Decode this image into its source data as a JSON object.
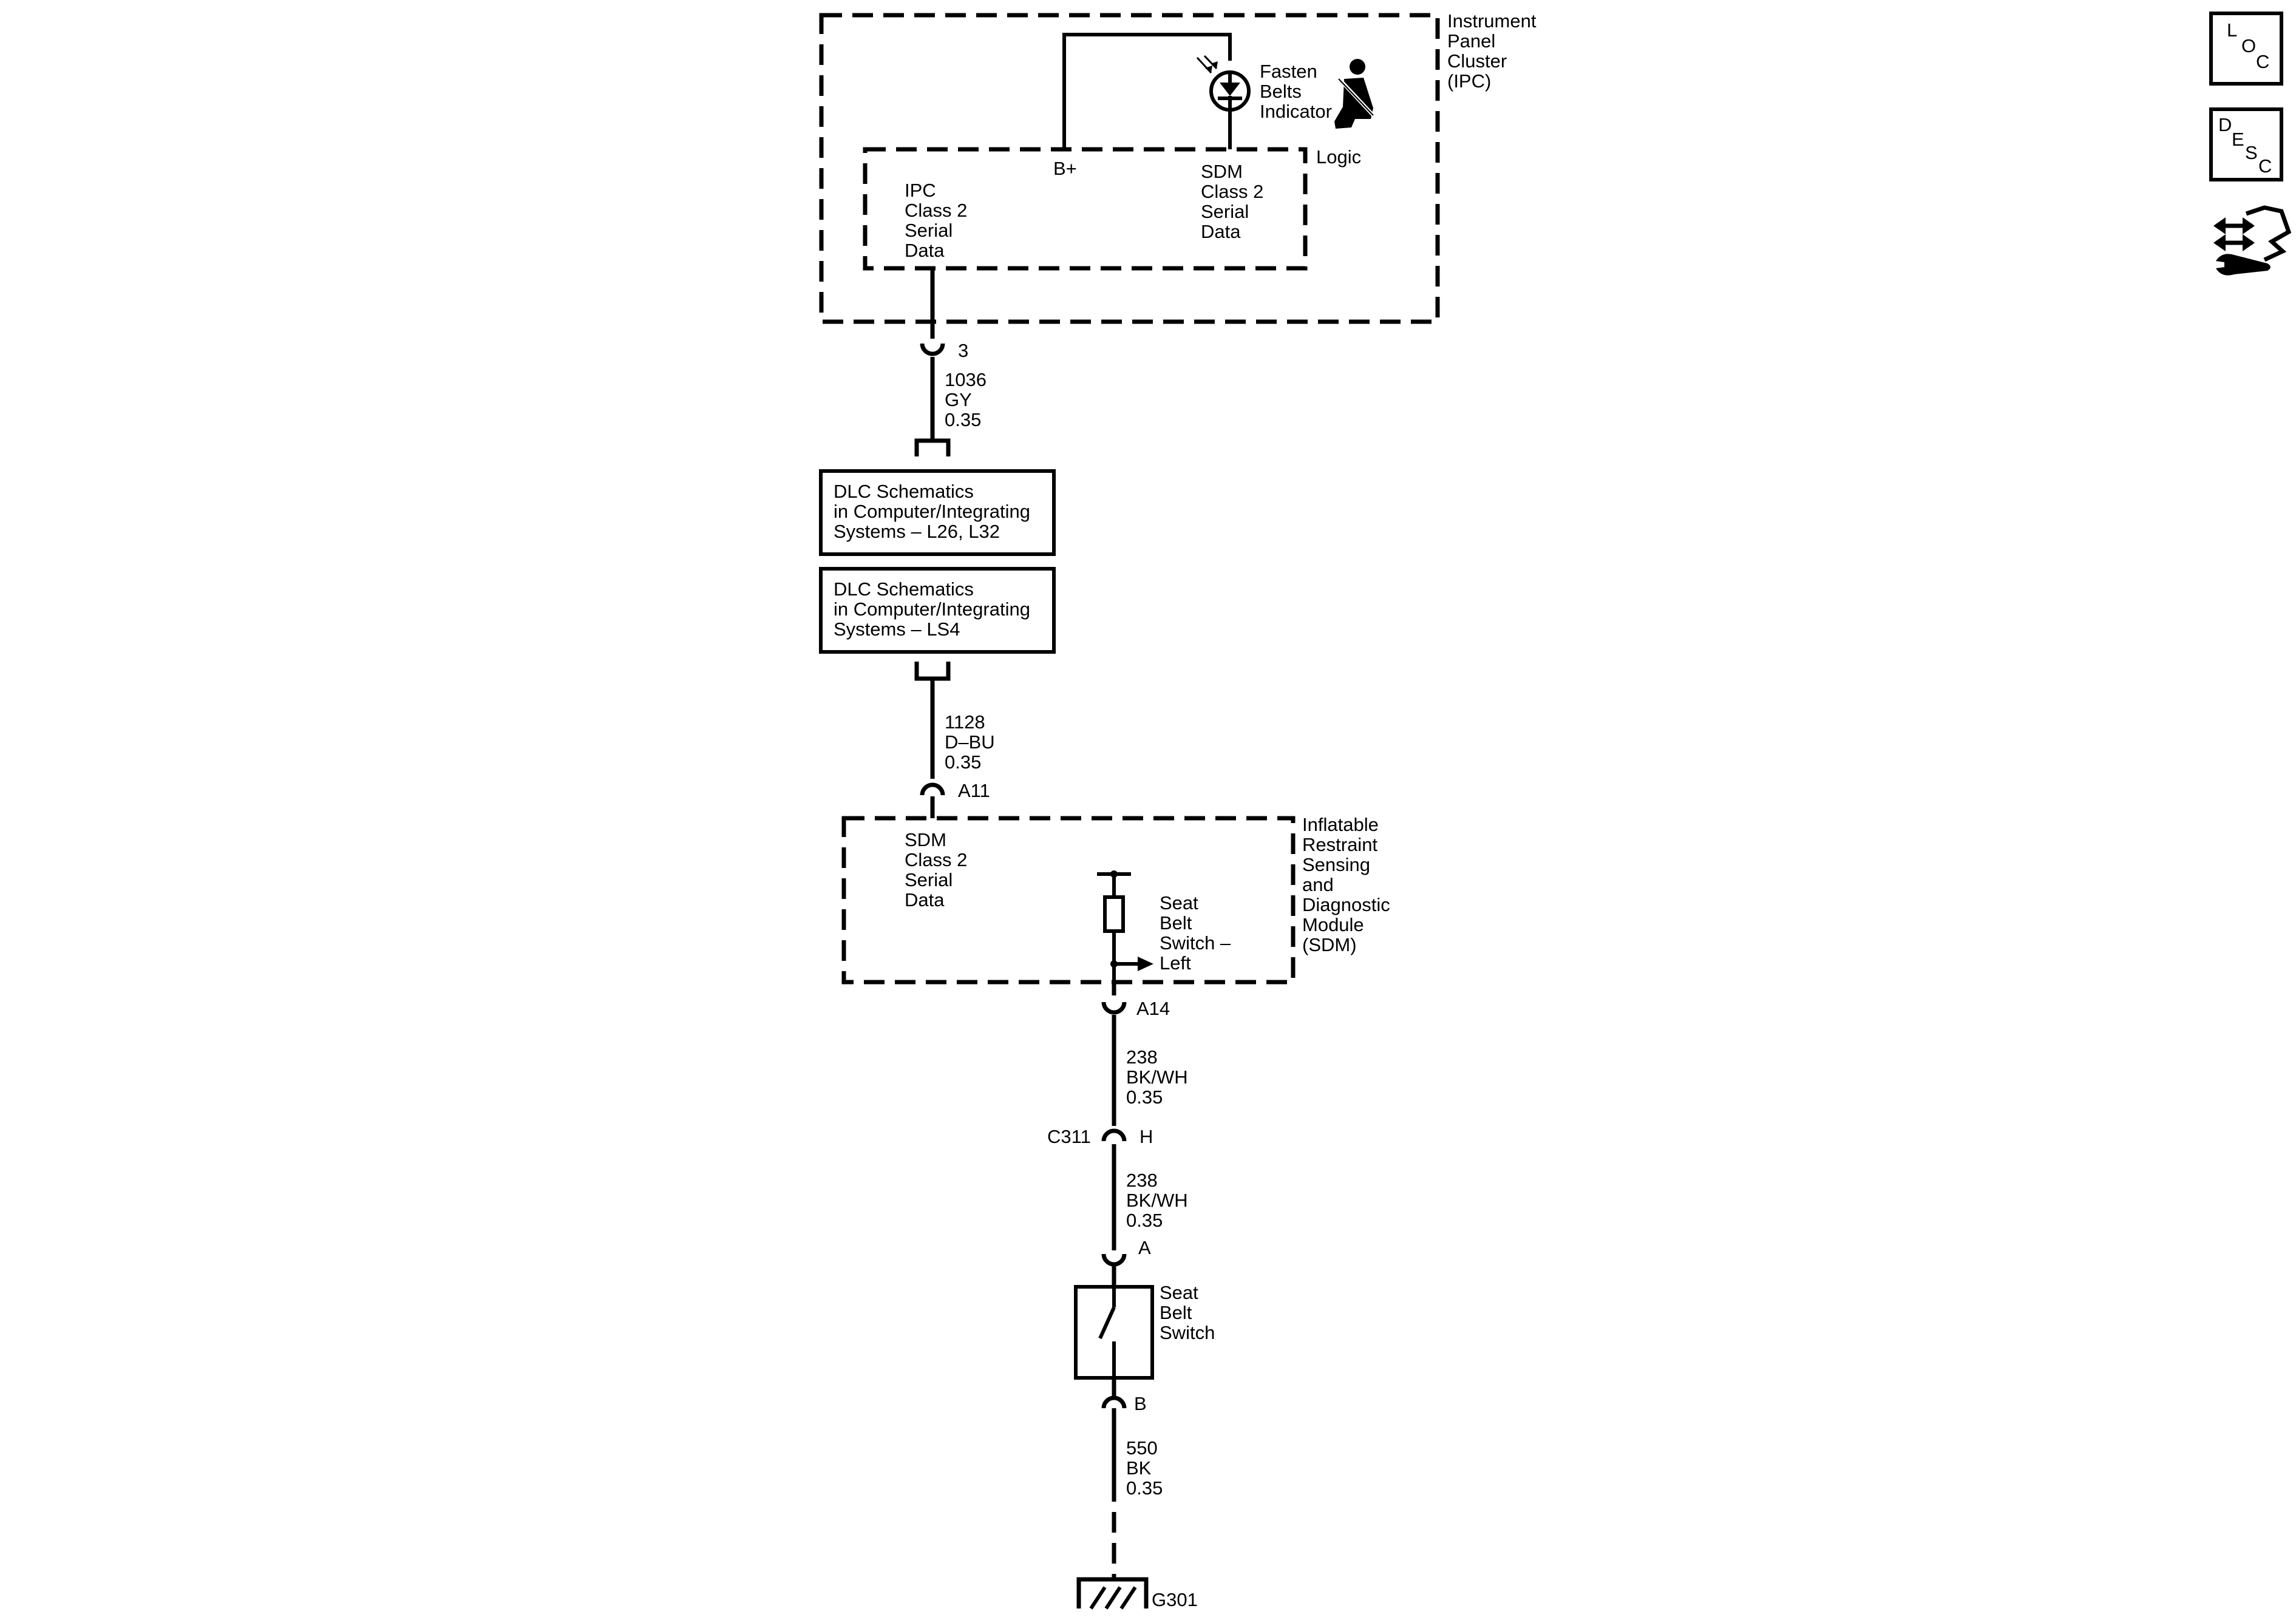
{
  "ipc": {
    "title": [
      "Instrument",
      "Panel",
      "Cluster",
      "(IPC)"
    ],
    "indicator": [
      "Fasten",
      "Belts",
      "Indicator"
    ],
    "logic_label": "Logic",
    "bplus": "B+",
    "ipc_data": [
      "IPC",
      "Class 2",
      "Serial",
      "Data"
    ],
    "sdm_data": [
      "SDM",
      "Class 2",
      "Serial",
      "Data"
    ]
  },
  "wire_1036": {
    "pin": "3",
    "circuit": "1036",
    "color": "GY",
    "size": "0.35"
  },
  "dlc_boxes": [
    [
      "DLC Schematics",
      "in Computer/Integrating",
      "Systems – L26, L32"
    ],
    [
      "DLC Schematics",
      "in Computer/Integrating",
      "Systems – LS4"
    ]
  ],
  "wire_1128": {
    "circuit": "1128",
    "color": "D–BU",
    "size": "0.35",
    "pin": "A11"
  },
  "sdm": {
    "title": [
      "Inflatable",
      "Restraint",
      "Sensing",
      "and",
      "Diagnostic",
      "Module",
      "(SDM)"
    ],
    "data_label": [
      "SDM",
      "Class 2",
      "Serial",
      "Data"
    ],
    "switch_label": [
      "Seat",
      "Belt",
      "Switch –",
      "Left"
    ],
    "pin": "A14"
  },
  "wire_238_a": {
    "circuit": "238",
    "color": "BK/WH",
    "size": "0.35"
  },
  "connector_c311": {
    "name": "C311",
    "pin": "H"
  },
  "wire_238_b": {
    "circuit": "238",
    "color": "BK/WH",
    "size": "0.35"
  },
  "seat_switch": {
    "pin_top": "A",
    "label": [
      "Seat",
      "Belt",
      "Switch"
    ],
    "pin_bottom": "B"
  },
  "wire_550": {
    "circuit": "550",
    "color": "BK",
    "size": "0.35"
  },
  "ground": {
    "name": "G301"
  },
  "nav": {
    "loc": [
      "L",
      "O",
      "C"
    ],
    "desc": [
      "D",
      "E",
      "S",
      "C"
    ]
  }
}
